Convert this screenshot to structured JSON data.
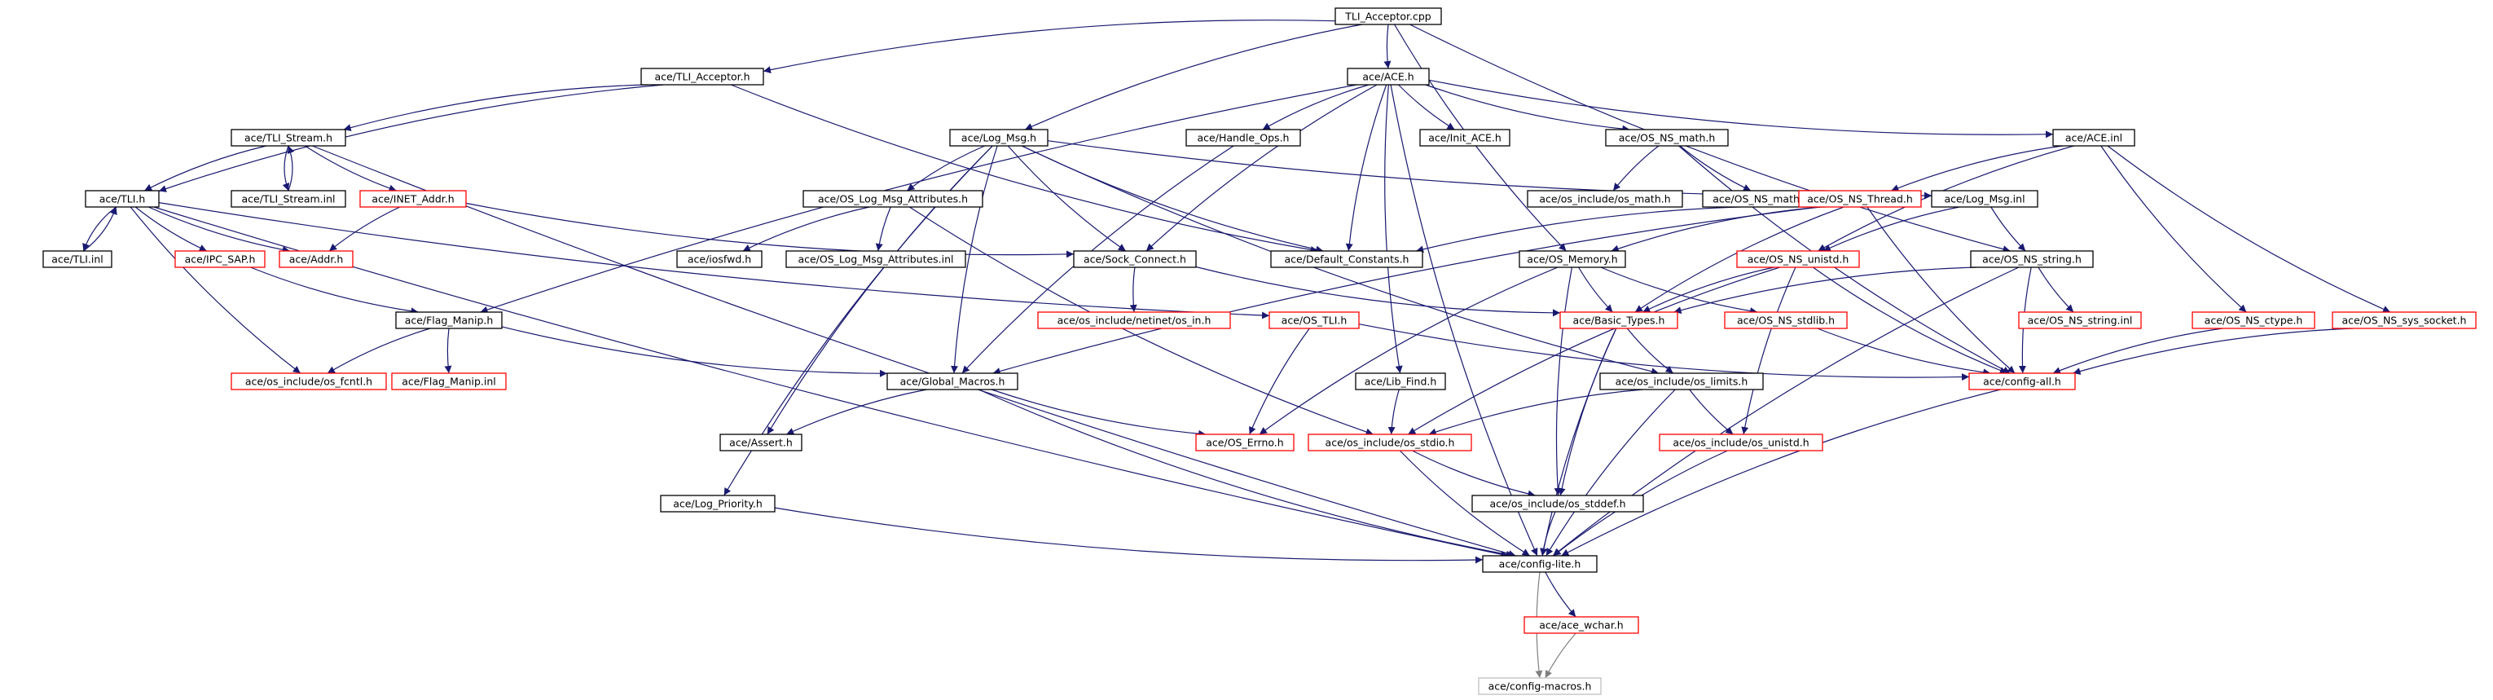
{
  "colors": {
    "edge": "#191970",
    "edge_light": "#808080",
    "border_normal": "#000000",
    "border_missing": "#ff0000",
    "border_root": "#000000",
    "fill_root": "#bfbfbf",
    "border_macros": "#bfbfbf"
  },
  "nodes": [
    {
      "id": "acceptor_cpp",
      "label": "TLI_Acceptor.cpp",
      "style": "root"
    },
    {
      "id": "acceptor_h",
      "label": "ace/TLI_Acceptor.h",
      "style": "normal"
    },
    {
      "id": "ace_h",
      "label": "ace/ACE.h",
      "style": "normal"
    },
    {
      "id": "tli_stream_h",
      "label": "ace/TLI_Stream.h",
      "style": "normal"
    },
    {
      "id": "log_msg_h",
      "label": "ace/Log_Msg.h",
      "style": "normal"
    },
    {
      "id": "handle_ops_h",
      "label": "ace/Handle_Ops.h",
      "style": "normal"
    },
    {
      "id": "init_ace_h",
      "label": "ace/Init_ACE.h",
      "style": "normal"
    },
    {
      "id": "os_ns_math_h",
      "label": "ace/OS_NS_math.h",
      "style": "normal"
    },
    {
      "id": "ace_inl",
      "label": "ace/ACE.inl",
      "style": "normal"
    },
    {
      "id": "tli_h",
      "label": "ace/TLI.h",
      "style": "normal"
    },
    {
      "id": "tli_stream_inl",
      "label": "ace/TLI_Stream.inl",
      "style": "normal"
    },
    {
      "id": "inet_addr_h",
      "label": "ace/INET_Addr.h",
      "style": "missing"
    },
    {
      "id": "os_log_msg_attr_h",
      "label": "ace/OS_Log_Msg_Attributes.h",
      "style": "normal"
    },
    {
      "id": "os_include_os_math_h",
      "label": "ace/os_include/os_math.h",
      "style": "normal"
    },
    {
      "id": "os_ns_math_inl",
      "label": "ace/OS_NS_math.inl",
      "style": "normal"
    },
    {
      "id": "os_ns_thread_h",
      "label": "ace/OS_NS_Thread.h",
      "style": "missing"
    },
    {
      "id": "log_msg_inl",
      "label": "ace/Log_Msg.inl",
      "style": "normal"
    },
    {
      "id": "tli_inl",
      "label": "ace/TLI.inl",
      "style": "normal"
    },
    {
      "id": "ipc_sap_h",
      "label": "ace/IPC_SAP.h",
      "style": "missing"
    },
    {
      "id": "addr_h",
      "label": "ace/Addr.h",
      "style": "missing"
    },
    {
      "id": "iosfwd_h",
      "label": "ace/iosfwd.h",
      "style": "normal"
    },
    {
      "id": "os_log_msg_attr_inl",
      "label": "ace/OS_Log_Msg_Attributes.inl",
      "style": "normal"
    },
    {
      "id": "sock_connect_h",
      "label": "ace/Sock_Connect.h",
      "style": "normal"
    },
    {
      "id": "default_constants_h",
      "label": "ace/Default_Constants.h",
      "style": "normal"
    },
    {
      "id": "os_memory_h",
      "label": "ace/OS_Memory.h",
      "style": "normal"
    },
    {
      "id": "os_ns_unistd_h",
      "label": "ace/OS_NS_unistd.h",
      "style": "missing"
    },
    {
      "id": "os_ns_string_h",
      "label": "ace/OS_NS_string.h",
      "style": "normal"
    },
    {
      "id": "os_include_netinet_in_h",
      "label": "ace/os_include/netinet/os_in.h",
      "style": "missing"
    },
    {
      "id": "flag_manip_h",
      "label": "ace/Flag_Manip.h",
      "style": "normal"
    },
    {
      "id": "os_tli_h",
      "label": "ace/OS_TLI.h",
      "style": "missing"
    },
    {
      "id": "basic_types_h",
      "label": "ace/Basic_Types.h",
      "style": "missing"
    },
    {
      "id": "os_ns_stdlib_h",
      "label": "ace/OS_NS_stdlib.h",
      "style": "missing"
    },
    {
      "id": "os_ns_string_inl",
      "label": "ace/OS_NS_string.inl",
      "style": "missing"
    },
    {
      "id": "os_ns_ctype_h",
      "label": "ace/OS_NS_ctype.h",
      "style": "missing"
    },
    {
      "id": "os_ns_sys_socket_h",
      "label": "ace/OS_NS_sys_socket.h",
      "style": "missing"
    },
    {
      "id": "os_include_os_fcntl_h",
      "label": "ace/os_include/os_fcntl.h",
      "style": "missing"
    },
    {
      "id": "flag_manip_inl",
      "label": "ace/Flag_Manip.inl",
      "style": "missing"
    },
    {
      "id": "global_macros_h",
      "label": "ace/Global_Macros.h",
      "style": "normal"
    },
    {
      "id": "lib_find_h",
      "label": "ace/Lib_Find.h",
      "style": "normal"
    },
    {
      "id": "os_include_os_limits_h",
      "label": "ace/os_include/os_limits.h",
      "style": "normal"
    },
    {
      "id": "config_all_h",
      "label": "ace/config-all.h",
      "style": "missing"
    },
    {
      "id": "assert_h",
      "label": "ace/Assert.h",
      "style": "normal"
    },
    {
      "id": "os_errno_h",
      "label": "ace/OS_Errno.h",
      "style": "missing"
    },
    {
      "id": "os_include_os_stdio_h",
      "label": "ace/os_include/os_stdio.h",
      "style": "missing"
    },
    {
      "id": "os_include_os_unistd_h",
      "label": "ace/os_include/os_unistd.h",
      "style": "missing"
    },
    {
      "id": "log_priority_h",
      "label": "ace/Log_Priority.h",
      "style": "normal"
    },
    {
      "id": "os_include_os_stddef_h",
      "label": "ace/os_include/os_stddef.h",
      "style": "normal"
    },
    {
      "id": "config_lite_h",
      "label": "ace/config-lite.h",
      "style": "normal"
    },
    {
      "id": "ace_wchar_h",
      "label": "ace/ace_wchar.h",
      "style": "missing"
    },
    {
      "id": "config_macros_h",
      "label": "ace/config-macros.h",
      "style": "macros"
    }
  ],
  "edges": [
    {
      "from": "acceptor_cpp",
      "to": "acceptor_h"
    },
    {
      "from": "acceptor_cpp",
      "to": "ace_h"
    },
    {
      "from": "acceptor_cpp",
      "to": "log_msg_h"
    },
    {
      "from": "acceptor_cpp",
      "to": "os_memory_h"
    },
    {
      "from": "acceptor_cpp",
      "to": "os_ns_string_h"
    },
    {
      "from": "acceptor_h",
      "to": "tli_stream_h"
    },
    {
      "from": "acceptor_h",
      "to": "tli_h"
    },
    {
      "from": "acceptor_h",
      "to": "default_constants_h"
    },
    {
      "from": "ace_h",
      "to": "flag_manip_h"
    },
    {
      "from": "ace_h",
      "to": "handle_ops_h"
    },
    {
      "from": "ace_h",
      "to": "lib_find_h"
    },
    {
      "from": "ace_h",
      "to": "init_ace_h"
    },
    {
      "from": "ace_h",
      "to": "sock_connect_h"
    },
    {
      "from": "ace_h",
      "to": "default_constants_h"
    },
    {
      "from": "ace_h",
      "to": "os_ns_math_h"
    },
    {
      "from": "ace_h",
      "to": "ace_inl"
    },
    {
      "from": "ace_h",
      "to": "config_lite_h"
    },
    {
      "from": "tli_stream_h",
      "to": "tli_h"
    },
    {
      "from": "tli_stream_h",
      "to": "tli_stream_inl"
    },
    {
      "from": "tli_stream_h",
      "to": "inet_addr_h"
    },
    {
      "from": "tli_stream_h",
      "to": "config_lite_h"
    },
    {
      "from": "tli_stream_inl",
      "to": "tli_stream_h"
    },
    {
      "from": "tli_h",
      "to": "tli_inl"
    },
    {
      "from": "tli_h",
      "to": "ipc_sap_h"
    },
    {
      "from": "tli_h",
      "to": "addr_h"
    },
    {
      "from": "tli_h",
      "to": "os_tli_h"
    },
    {
      "from": "tli_h",
      "to": "os_include_os_fcntl_h"
    },
    {
      "from": "tli_h",
      "to": "config_lite_h"
    },
    {
      "from": "tli_inl",
      "to": "tli_h"
    },
    {
      "from": "inet_addr_h",
      "to": "addr_h"
    },
    {
      "from": "inet_addr_h",
      "to": "sock_connect_h"
    },
    {
      "from": "ipc_sap_h",
      "to": "flag_manip_h"
    },
    {
      "from": "log_msg_h",
      "to": "os_log_msg_attr_h"
    },
    {
      "from": "log_msg_h",
      "to": "default_constants_h"
    },
    {
      "from": "log_msg_h",
      "to": "log_msg_inl"
    },
    {
      "from": "log_msg_h",
      "to": "assert_h"
    },
    {
      "from": "log_msg_h",
      "to": "global_macros_h"
    },
    {
      "from": "log_msg_h",
      "to": "log_priority_h"
    },
    {
      "from": "log_msg_h",
      "to": "os_include_os_limits_h"
    },
    {
      "from": "log_msg_h",
      "to": "sock_connect_h"
    },
    {
      "from": "os_log_msg_attr_h",
      "to": "iosfwd_h"
    },
    {
      "from": "os_log_msg_attr_h",
      "to": "os_log_msg_attr_inl"
    },
    {
      "from": "os_log_msg_attr_h",
      "to": "os_include_os_stdio_h"
    },
    {
      "from": "handle_ops_h",
      "to": "global_macros_h"
    },
    {
      "from": "os_ns_math_h",
      "to": "os_include_os_math_h"
    },
    {
      "from": "os_ns_math_h",
      "to": "os_ns_math_inl"
    },
    {
      "from": "os_ns_math_h",
      "to": "config_all_h"
    },
    {
      "from": "ace_inl",
      "to": "os_ns_thread_h"
    },
    {
      "from": "ace_inl",
      "to": "os_ns_unistd_h"
    },
    {
      "from": "ace_inl",
      "to": "os_ns_ctype_h"
    },
    {
      "from": "ace_inl",
      "to": "os_ns_sys_socket_h"
    },
    {
      "from": "os_ns_thread_h",
      "to": "default_constants_h"
    },
    {
      "from": "os_ns_thread_h",
      "to": "os_memory_h"
    },
    {
      "from": "os_ns_thread_h",
      "to": "global_macros_h"
    },
    {
      "from": "os_ns_thread_h",
      "to": "basic_types_h"
    },
    {
      "from": "os_ns_thread_h",
      "to": "config_all_h"
    },
    {
      "from": "log_msg_inl",
      "to": "os_ns_string_h"
    },
    {
      "from": "log_msg_inl",
      "to": "os_ns_unistd_h"
    },
    {
      "from": "os_memory_h",
      "to": "basic_types_h"
    },
    {
      "from": "os_memory_h",
      "to": "os_ns_stdlib_h"
    },
    {
      "from": "os_memory_h",
      "to": "os_errno_h"
    },
    {
      "from": "os_memory_h",
      "to": "os_include_os_stddef_h"
    },
    {
      "from": "os_ns_unistd_h",
      "to": "basic_types_h"
    },
    {
      "from": "os_ns_unistd_h",
      "to": "os_include_os_stdio_h"
    },
    {
      "from": "os_ns_unistd_h",
      "to": "config_all_h"
    },
    {
      "from": "os_ns_unistd_h",
      "to": "os_include_os_unistd_h"
    },
    {
      "from": "os_ns_string_h",
      "to": "basic_types_h"
    },
    {
      "from": "os_ns_string_h",
      "to": "os_ns_string_inl"
    },
    {
      "from": "os_ns_string_h",
      "to": "config_all_h"
    },
    {
      "from": "os_ns_string_h",
      "to": "config_lite_h"
    },
    {
      "from": "sock_connect_h",
      "to": "os_include_netinet_in_h"
    },
    {
      "from": "sock_connect_h",
      "to": "basic_types_h"
    },
    {
      "from": "flag_manip_h",
      "to": "os_include_os_fcntl_h"
    },
    {
      "from": "flag_manip_h",
      "to": "flag_manip_inl"
    },
    {
      "from": "flag_manip_h",
      "to": "global_macros_h"
    },
    {
      "from": "os_tli_h",
      "to": "os_errno_h"
    },
    {
      "from": "os_tli_h",
      "to": "config_all_h"
    },
    {
      "from": "basic_types_h",
      "to": "os_include_os_limits_h"
    },
    {
      "from": "basic_types_h",
      "to": "os_include_os_stddef_h"
    },
    {
      "from": "basic_types_h",
      "to": "config_lite_h"
    },
    {
      "from": "os_ns_stdlib_h",
      "to": "config_all_h"
    },
    {
      "from": "os_ns_ctype_h",
      "to": "config_all_h"
    },
    {
      "from": "os_ns_sys_socket_h",
      "to": "config_all_h"
    },
    {
      "from": "global_macros_h",
      "to": "assert_h"
    },
    {
      "from": "global_macros_h",
      "to": "os_errno_h"
    },
    {
      "from": "global_macros_h",
      "to": "config_lite_h"
    },
    {
      "from": "lib_find_h",
      "to": "os_include_os_stdio_h"
    },
    {
      "from": "os_include_os_limits_h",
      "to": "os_include_os_stdio_h"
    },
    {
      "from": "os_include_os_limits_h",
      "to": "os_include_os_unistd_h"
    },
    {
      "from": "os_include_os_limits_h",
      "to": "config_lite_h"
    },
    {
      "from": "config_all_h",
      "to": "config_lite_h"
    },
    {
      "from": "os_include_os_stdio_h",
      "to": "os_include_os_stddef_h"
    },
    {
      "from": "os_include_os_stdio_h",
      "to": "config_lite_h"
    },
    {
      "from": "os_include_os_unistd_h",
      "to": "config_lite_h"
    },
    {
      "from": "log_priority_h",
      "to": "config_lite_h"
    },
    {
      "from": "os_include_os_stddef_h",
      "to": "config_lite_h"
    },
    {
      "from": "config_lite_h",
      "to": "ace_wchar_h"
    },
    {
      "from": "config_lite_h",
      "to": "config_macros_h",
      "style": "light"
    },
    {
      "from": "ace_wchar_h",
      "to": "config_macros_h",
      "style": "light"
    }
  ]
}
